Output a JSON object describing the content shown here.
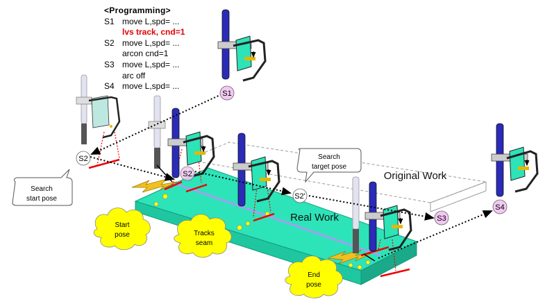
{
  "programming": {
    "header": "<Programming>",
    "lines": [
      {
        "step": "S1",
        "cmd": "move L,spd= ...",
        "highlight": false
      },
      {
        "step": "",
        "cmd": "lvs track, cnd=1",
        "highlight": true
      },
      {
        "step": "S2",
        "cmd": "move L,spd= ...",
        "highlight": false
      },
      {
        "step": "",
        "cmd": "arcon cnd=1",
        "highlight": false
      },
      {
        "step": "S3",
        "cmd": "move L,spd= ...",
        "highlight": false
      },
      {
        "step": "",
        "cmd": "arc off",
        "highlight": false
      },
      {
        "step": "S4",
        "cmd": "move L,spd= ...",
        "highlight": false
      }
    ]
  },
  "points": {
    "s1": "S1",
    "s2": "S2",
    "s2_prime": "S2'",
    "s3": "S3",
    "s4": "S4"
  },
  "labels": {
    "original_work": "Original Work",
    "real_work": "Real Work",
    "search_start_pose": [
      "Search",
      "start pose"
    ],
    "search_target_pose": [
      "Search",
      "target pose"
    ],
    "start_pose": [
      "Start",
      "pose"
    ],
    "tracks_seam": [
      "Tracks",
      "seam"
    ],
    "end_pose": [
      "End",
      "pose"
    ]
  },
  "colors": {
    "workpiece": "#2de3b8",
    "workpiece_side": "#1fb892",
    "torch": "#2b2bb8",
    "torch_ghost": "#d8d8ec",
    "marker_fill": "#f2c8f2",
    "callout_yellow": "#ffff00",
    "red_line": "#ee0000",
    "seam_line": "#a0a0f0"
  }
}
